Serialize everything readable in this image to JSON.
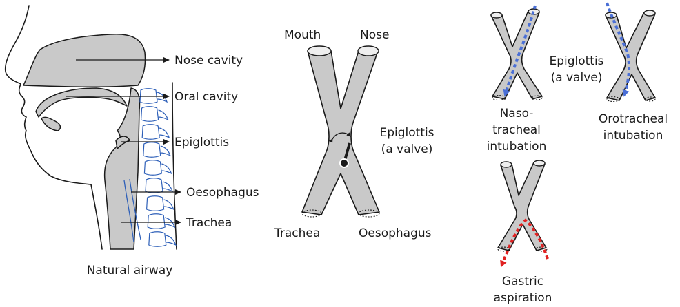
{
  "colors": {
    "tube_fill": "#c9c9c9",
    "outline": "#1a1a1a",
    "vertebra_outline": "#2d5fb8",
    "intubation_flow": "#4a6fd6",
    "aspiration_flow": "#e02222"
  },
  "natural_airway": {
    "caption": "Natural airway",
    "labels": {
      "nose_cavity": "Nose cavity",
      "oral_cavity": "Oral cavity",
      "epiglottis": "Epiglottis",
      "oesophagus": "Oesophagus",
      "trachea": "Trachea"
    }
  },
  "x_model": {
    "top_left": "Mouth",
    "top_right": "Nose",
    "bottom_left": "Trachea",
    "bottom_right": "Oesophagus",
    "valve_line1": "Epiglottis",
    "valve_line2": "(a valve)"
  },
  "scenarios": {
    "valve_line1": "Epiglottis",
    "valve_line2": "(a valve)",
    "naso": [
      "Naso-",
      "tracheal",
      "intubation"
    ],
    "oro": [
      "Orotracheal",
      "intubation"
    ],
    "gastric": [
      "Gastric",
      "aspiration"
    ]
  }
}
